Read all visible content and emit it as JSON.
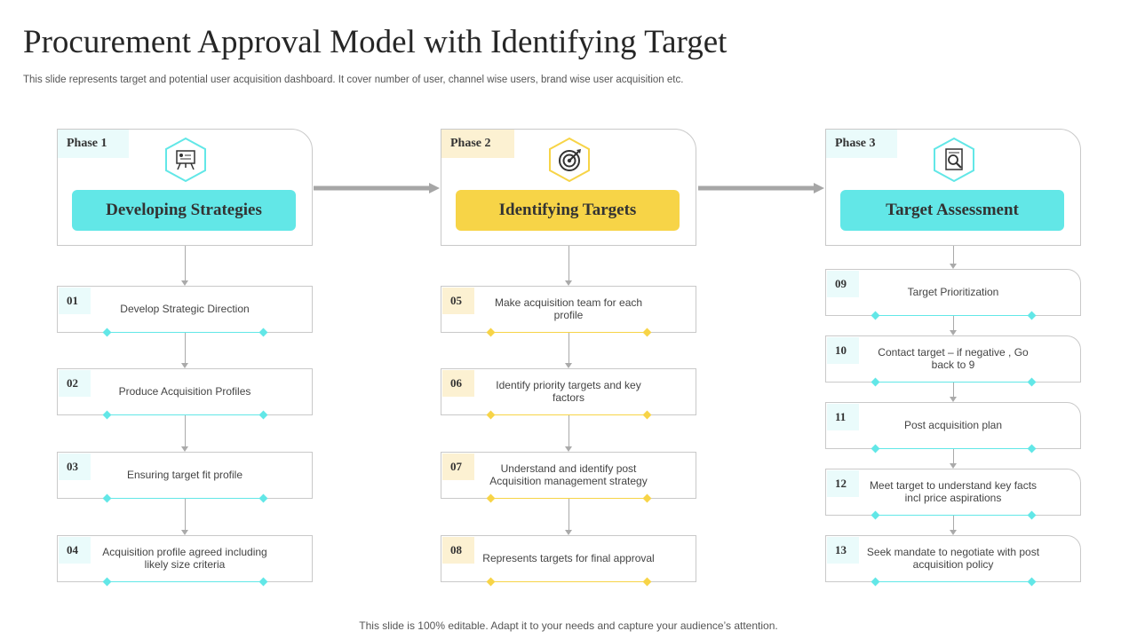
{
  "title": "Procurement Approval Model with Identifying Target",
  "subtitle": "This slide represents target and potential user acquisition dashboard. It cover number of user, channel wise users, brand wise user acquisition etc.",
  "footer": "This slide is 100% editable. Adapt it to your needs and capture your audience’s attention.",
  "colors": {
    "cyan": "#62E7E7",
    "cyan_light": "#EAFBFB",
    "yellow": "#F7D447",
    "yellow_light": "#FCF1D2",
    "gray_line": "#A6A6A6"
  },
  "phases": [
    {
      "tag": "Phase 1",
      "name": "Developing Strategies",
      "icon": "presentation-board-icon",
      "steps": [
        {
          "num": "01",
          "text": "Develop Strategic Direction"
        },
        {
          "num": "02",
          "text": "Produce Acquisition Profiles"
        },
        {
          "num": "03",
          "text": "Ensuring target fit profile"
        },
        {
          "num": "04",
          "text": "Acquisition profile agreed including likely size criteria"
        }
      ]
    },
    {
      "tag": "Phase 2",
      "name": "Identifying Targets",
      "icon": "target-bullseye-icon",
      "steps": [
        {
          "num": "05",
          "text": "Make acquisition team for each profile"
        },
        {
          "num": "06",
          "text": "Identify priority targets and key factors"
        },
        {
          "num": "07",
          "text": "Understand and identify post Acquisition management strategy"
        },
        {
          "num": "08",
          "text": "Represents targets for final approval"
        }
      ]
    },
    {
      "tag": "Phase 3",
      "name": "Target Assessment",
      "icon": "document-search-icon",
      "steps": [
        {
          "num": "09",
          "text": "Target Prioritization"
        },
        {
          "num": "10",
          "text": "Contact target – if negative , Go back to 9"
        },
        {
          "num": "11",
          "text": "Post acquisition plan"
        },
        {
          "num": "12",
          "text": "Meet target to understand key facts incl price aspirations"
        },
        {
          "num": "13",
          "text": "Seek mandate to negotiate with post acquisition policy"
        }
      ]
    }
  ]
}
